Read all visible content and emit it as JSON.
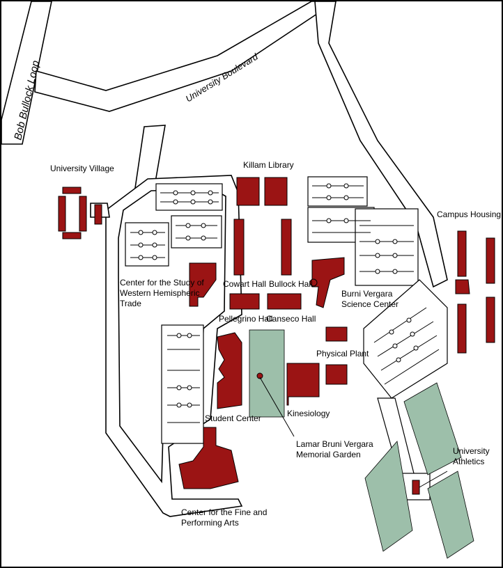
{
  "colors": {
    "building": "#9b1414",
    "green_space": "#9dbfaa",
    "road_edge": "#000000",
    "background": "#ffffff"
  },
  "roads": {
    "bob_bullock_loop": "Bob Bullock Loop",
    "university_boulevard": "University Boulevard"
  },
  "labels": {
    "university_village": "University Village",
    "killam_library": "Killam Library",
    "campus_housing": "Campus Housing",
    "center_study_1": "Center for the Study of",
    "center_study_2": "Western Hemispheric",
    "center_study_3": "Trade",
    "cowart_hall": "Cowart Hall",
    "bullock_hall": "Bullock Hall",
    "burni_1": "Burni Vergara",
    "burni_2": "Science Center",
    "pellegrino_hall": "Pellegrino Hall",
    "canseco_hall": "Canseco Hall",
    "physical_plant": "Physical Plant",
    "student_center": "Student Center",
    "kinesiology": "Kinesiology",
    "garden_1": "Lamar Bruni Vergara",
    "garden_2": "Memorial Garden",
    "athletics_1": "University",
    "athletics_2": "Athletics",
    "fine_arts_1": "Center for the Fine and",
    "fine_arts_2": "Performing Arts"
  }
}
